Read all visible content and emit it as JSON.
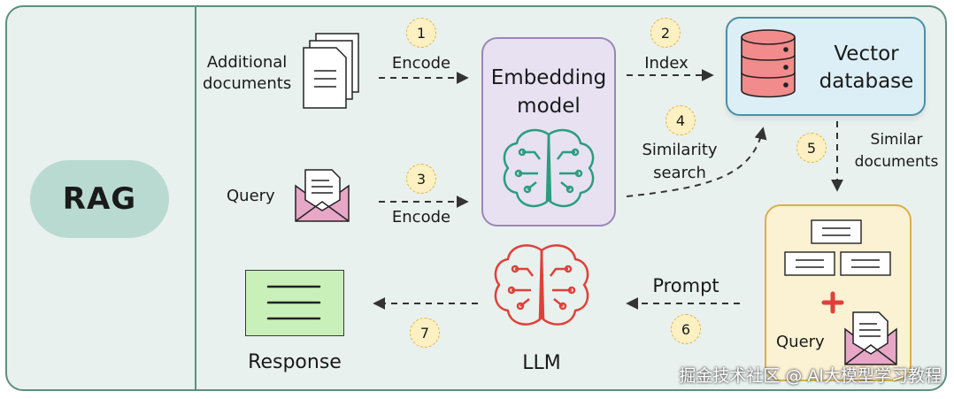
{
  "left_panel": {
    "label": "RAG"
  },
  "inputs": {
    "documents_label_line1": "Additional",
    "documents_label_line2": "documents",
    "query_label": "Query"
  },
  "steps": {
    "s1": {
      "num": "1",
      "label": "Encode"
    },
    "s2": {
      "num": "2",
      "label": "Index"
    },
    "s3": {
      "num": "3",
      "label": "Encode"
    },
    "s4": {
      "num": "4",
      "label_line1": "Similarity",
      "label_line2": "search"
    },
    "s5": {
      "num": "5",
      "label_line1": "Similar",
      "label_line2": "documents"
    },
    "s6": {
      "num": "6",
      "label": "Prompt"
    },
    "s7": {
      "num": "7"
    }
  },
  "nodes": {
    "embedding_model_line1": "Embedding",
    "embedding_model_line2": "model",
    "vector_db_line1": "Vector",
    "vector_db_line2": "database",
    "context_query_label": "Query",
    "llm_label": "LLM",
    "response_label": "Response"
  },
  "watermark": "掘金技术社区 @ AI大模型学习教程",
  "colors": {
    "frame_bg": "#e8f1ee",
    "frame_border": "#5f8f7d",
    "rag_pill": "#b9dad0",
    "embedding_bg": "#e7e1f2",
    "vector_db_bg": "#dceff6",
    "db_red": "#f28b8b",
    "context_bg": "#fbf1d3",
    "response_bg": "#c9f0b8",
    "brain_green": "#2a9d7f",
    "brain_red": "#e0403a",
    "envelope_pink": "#e7a7c7",
    "badge_fill": "#fdf0c2"
  },
  "icons": {
    "documents": "document-stack-icon",
    "query": "envelope-letter-icon",
    "embedding": "brain-circuit-icon",
    "database": "database-cylinder-icon",
    "llm": "brain-circuit-icon",
    "plus": "plus-icon"
  }
}
